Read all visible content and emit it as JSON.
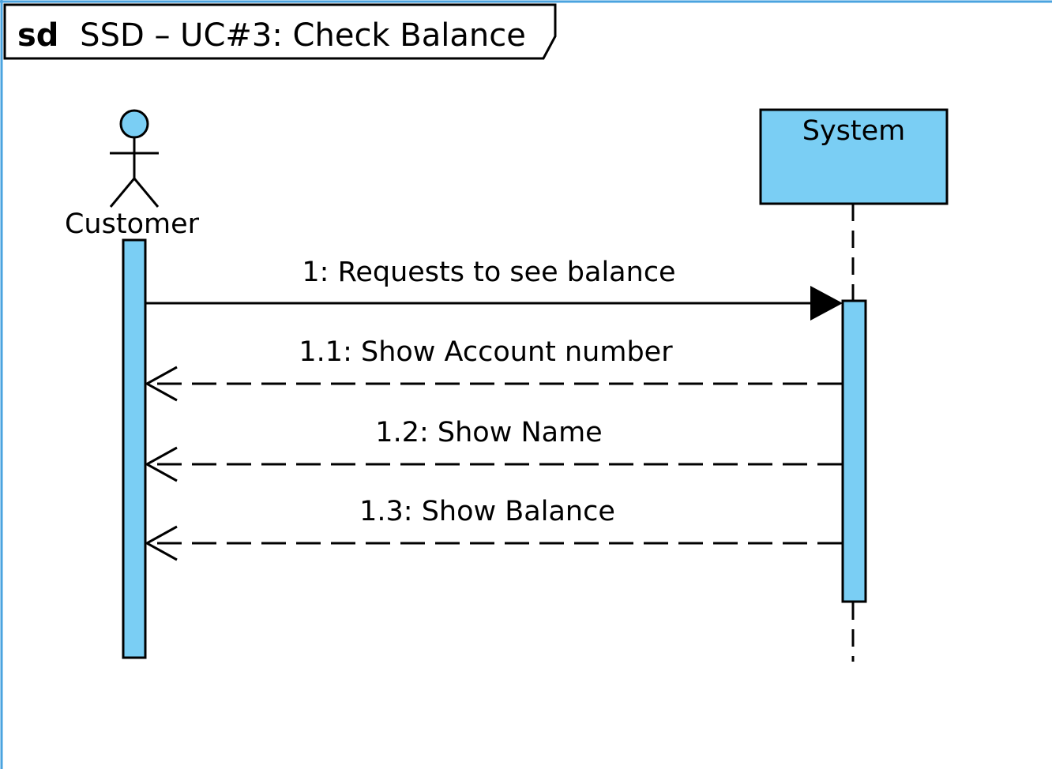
{
  "frame": {
    "keyword": "sd",
    "title": "SSD – UC#3: Check Balance"
  },
  "lifelines": {
    "actor": {
      "name": "Customer",
      "kind": "actor"
    },
    "system": {
      "name": "System",
      "kind": "object"
    }
  },
  "messages": [
    {
      "label": "1: Requests to see balance",
      "kind": "synchronous-call",
      "from": "Customer",
      "to": "System"
    },
    {
      "label": "1.1: Show Account number",
      "kind": "reply",
      "from": "System",
      "to": "Customer"
    },
    {
      "label": "1.2: Show Name",
      "kind": "reply",
      "from": "System",
      "to": "Customer"
    },
    {
      "label": "1.3: Show Balance",
      "kind": "reply",
      "from": "System",
      "to": "Customer"
    }
  ],
  "colors": {
    "fill": "#7acef4",
    "stroke": "#000000",
    "frame_edge": "#4aa3df",
    "background": "#ffffff"
  }
}
